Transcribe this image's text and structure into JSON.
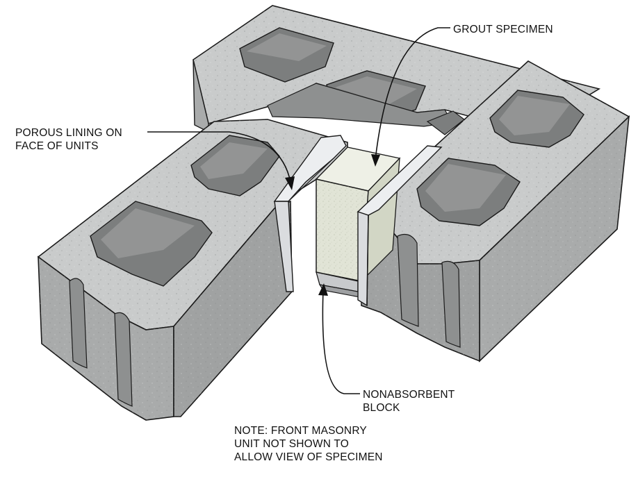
{
  "labels": {
    "grout_specimen": "GROUT SPECIMEN",
    "porous_lining_line1": "POROUS LINING ON",
    "porous_lining_line2": "FACE OF UNITS",
    "nonabsorbent_line1": "NONABSORBENT",
    "nonabsorbent_line2": "BLOCK",
    "note_line1": "NOTE:  FRONT MASONRY",
    "note_line2": "UNIT NOT SHOWN TO",
    "note_line3": "ALLOW VIEW OF SPECIMEN"
  },
  "colors": {
    "block_top": "#c9cbcb",
    "block_side": "#a9abab",
    "block_dark": "#8e9090",
    "cell_inner": "#7c7e7e",
    "lining": "#e6e8ea",
    "grout": "#e1e4d6",
    "outline": "#1a1a1a"
  }
}
